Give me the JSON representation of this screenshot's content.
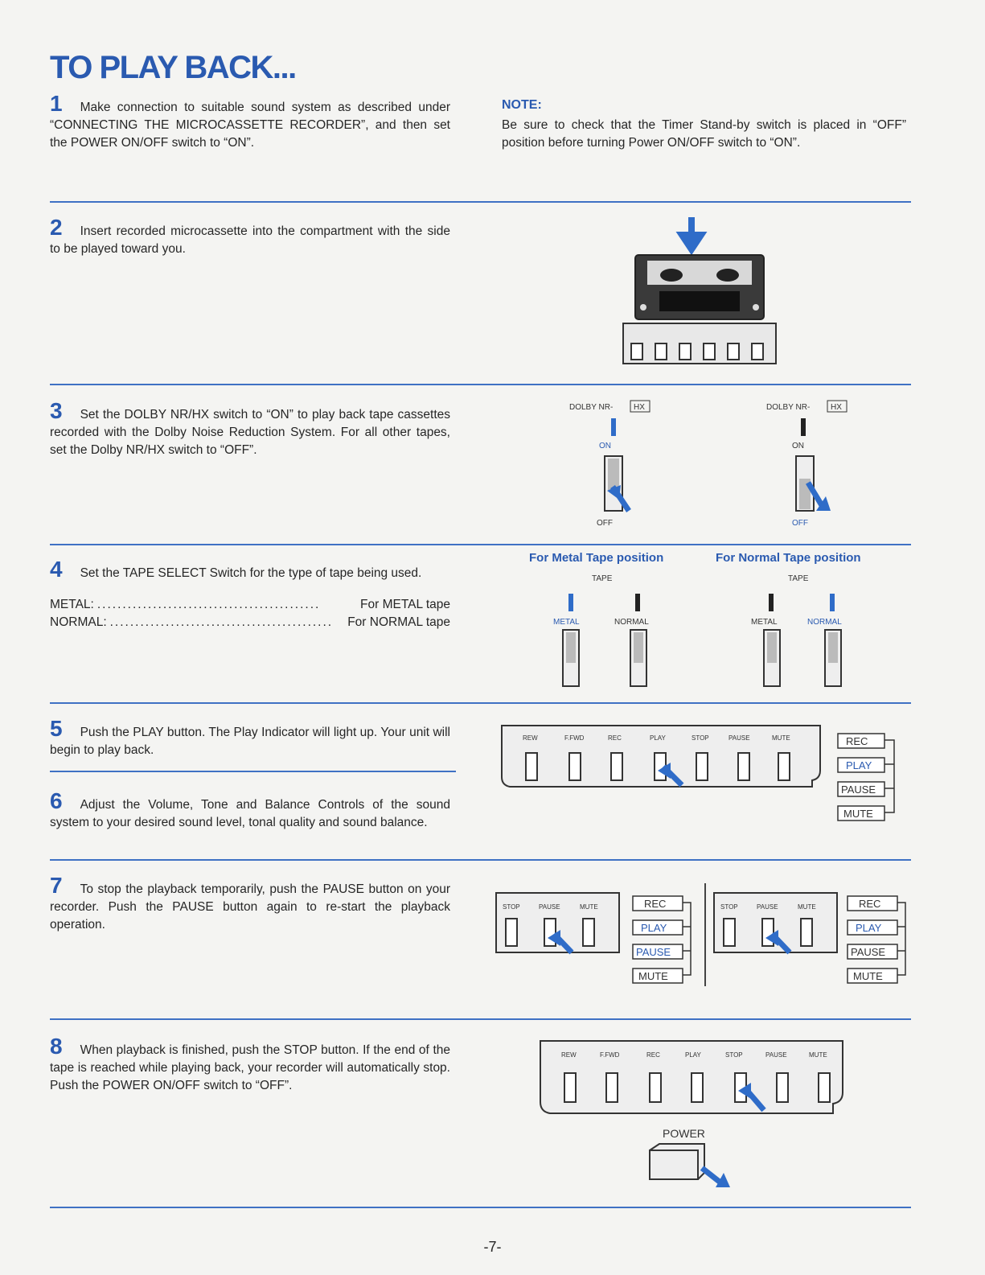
{
  "title": "TO PLAY BACK...",
  "steps": [
    {
      "n": "1",
      "text": "Make connection to suitable sound system as described under “CONNECTING THE MICROCASSETTE RECORDER”, and then set the POWER ON/OFF switch to “ON”."
    },
    {
      "n": "2",
      "text": "Insert recorded microcassette into the compartment with the side to be played toward you."
    },
    {
      "n": "3",
      "text": "Set the DOLBY NR/HX switch to “ON” to play back tape cassettes recorded with the Dolby Noise Reduction System. For all other tapes, set the Dolby NR/HX switch to “OFF”."
    },
    {
      "n": "4",
      "text": "Set the TAPE SELECT Switch for the type of tape being used."
    },
    {
      "n": "5",
      "text": "Push the PLAY button. The Play Indicator will light up. Your unit will begin to play back."
    },
    {
      "n": "6",
      "text": "Adjust the Volume, Tone and Balance Controls of the sound system to your desired sound level, tonal quality and sound balance."
    },
    {
      "n": "7",
      "text": "To stop the playback temporarily, push the PAUSE button on your recorder. Push the PAUSE button again to re-start the playback operation."
    },
    {
      "n": "8",
      "text": "When playback is finished, push the STOP button. If the end of the tape is reached while playing back, your recorder will automatically stop. Push the POWER ON/OFF switch to “OFF”."
    }
  ],
  "tape_types": [
    {
      "label": "METAL:",
      "dots": "............................................",
      "value": "For METAL tape"
    },
    {
      "label": "NORMAL:",
      "dots": "............................................",
      "value": "For NORMAL tape"
    }
  ],
  "note": {
    "heading": "NOTE:",
    "text": "Be sure to check that the Timer Stand-by switch is placed in “OFF” position before turning Power ON/OFF switch to “ON”."
  },
  "figures": {
    "dolby_label": "DOLBY NR-",
    "dolby_hx": "HX",
    "on": "ON",
    "off": "OFF",
    "metal_position": "For Metal Tape position",
    "normal_position": "For Normal Tape position",
    "tape": "TAPE",
    "metal": "METAL",
    "normal": "NORMAL",
    "buttons": [
      "REW",
      "F.FWD",
      "REC",
      "PLAY",
      "STOP",
      "PAUSE",
      "MUTE"
    ],
    "buttons_short": [
      "STOP",
      "PAUSE",
      "MUTE"
    ],
    "indicators": [
      "REC",
      "PLAY",
      "PAUSE",
      "MUTE"
    ],
    "power": "POWER"
  },
  "page_number": "-7-",
  "colors": {
    "accent": "#2a5ab0",
    "rule": "#3f71c4",
    "arrow": "#2f6cc8"
  }
}
